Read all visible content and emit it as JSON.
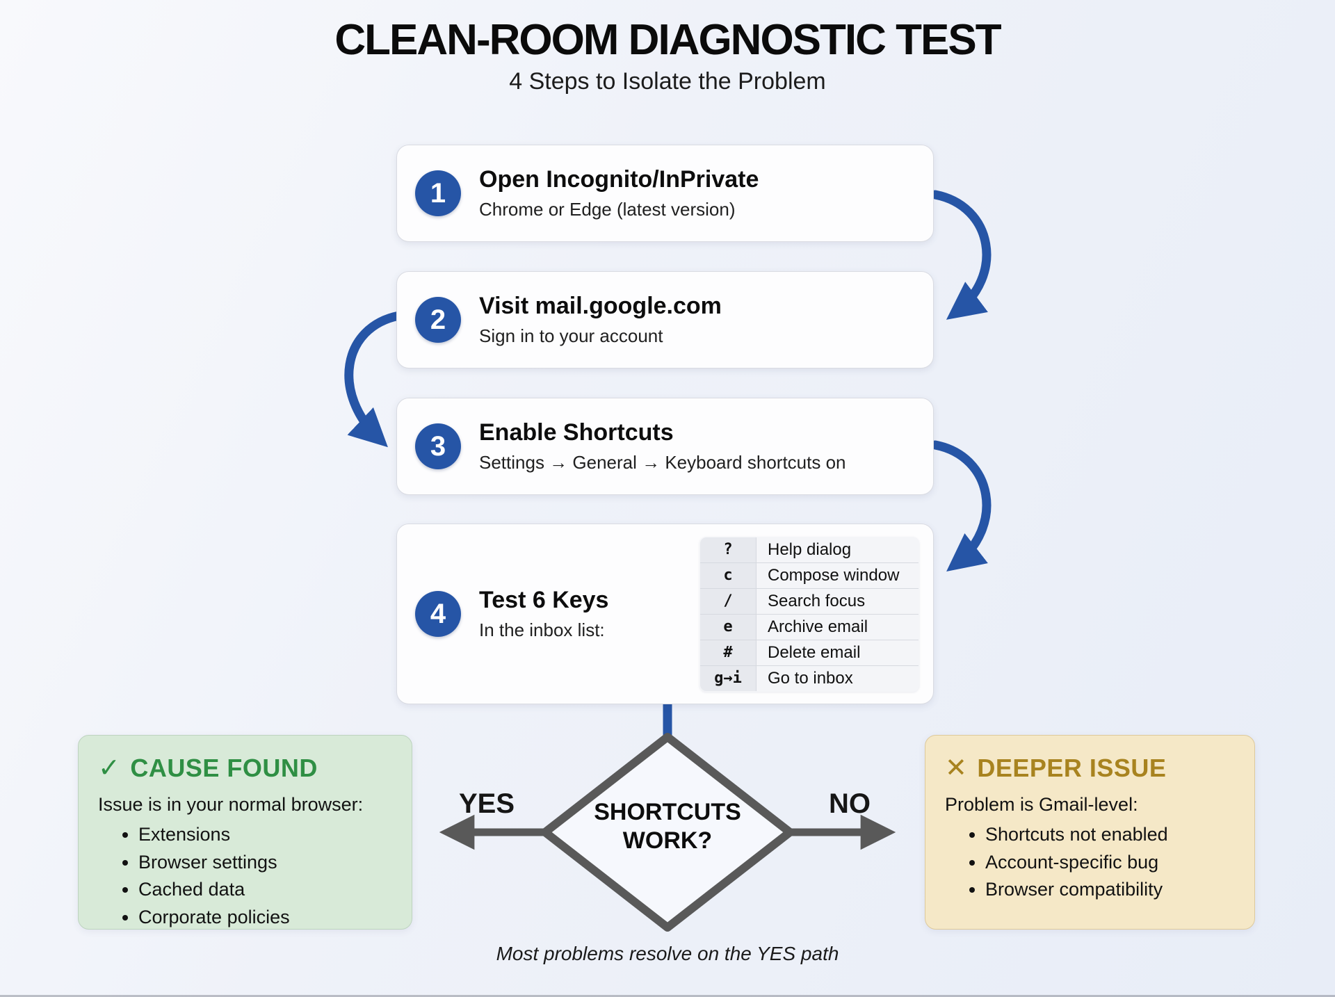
{
  "header": {
    "title": "CLEAN-ROOM DIAGNOSTIC TEST",
    "subtitle": "4 Steps to Isolate the Problem"
  },
  "steps": [
    {
      "number": "1",
      "title": "Open Incognito/InPrivate",
      "subtitle": "Chrome or Edge (latest version)"
    },
    {
      "number": "2",
      "title": "Visit mail.google.com",
      "subtitle": "Sign in to your account"
    },
    {
      "number": "3",
      "title": "Enable Shortcuts",
      "subtitle": "Settings → General → Keyboard shortcuts on"
    },
    {
      "number": "4",
      "title": "Test 6 Keys",
      "subtitle": "In the inbox list:"
    }
  ],
  "shortcut_table": {
    "rows": [
      {
        "key": "?",
        "action": "Help dialog"
      },
      {
        "key": "c",
        "action": "Compose window"
      },
      {
        "key": "/",
        "action": "Search focus"
      },
      {
        "key": "e",
        "action": "Archive email"
      },
      {
        "key": "#",
        "action": "Delete email"
      },
      {
        "key": "g→i",
        "action": "Go to inbox"
      }
    ]
  },
  "decision": {
    "question_line1": "SHORTCUTS",
    "question_line2": "WORK?",
    "yes_label": "YES",
    "no_label": "NO"
  },
  "outcomes": {
    "yes": {
      "icon": "✓",
      "title": "CAUSE FOUND",
      "lead": "Issue is in your normal browser:",
      "bullets": [
        "Extensions",
        "Browser settings",
        "Cached data",
        "Corporate policies"
      ]
    },
    "no": {
      "icon": "✕",
      "title": "DEEPER ISSUE",
      "lead": "Problem is Gmail-level:",
      "bullets": [
        "Shortcuts not enabled",
        "Account-specific bug",
        "Browser compatibility"
      ]
    }
  },
  "footer": {
    "note": "Most problems resolve on the YES path"
  },
  "colors": {
    "accent_blue": "#2655a6",
    "connector_gray": "#595959",
    "success_green": "#2f8f44",
    "success_bg": "#d8ead8",
    "warning_gold": "#a8831f",
    "warning_bg": "#f5e8c7"
  }
}
